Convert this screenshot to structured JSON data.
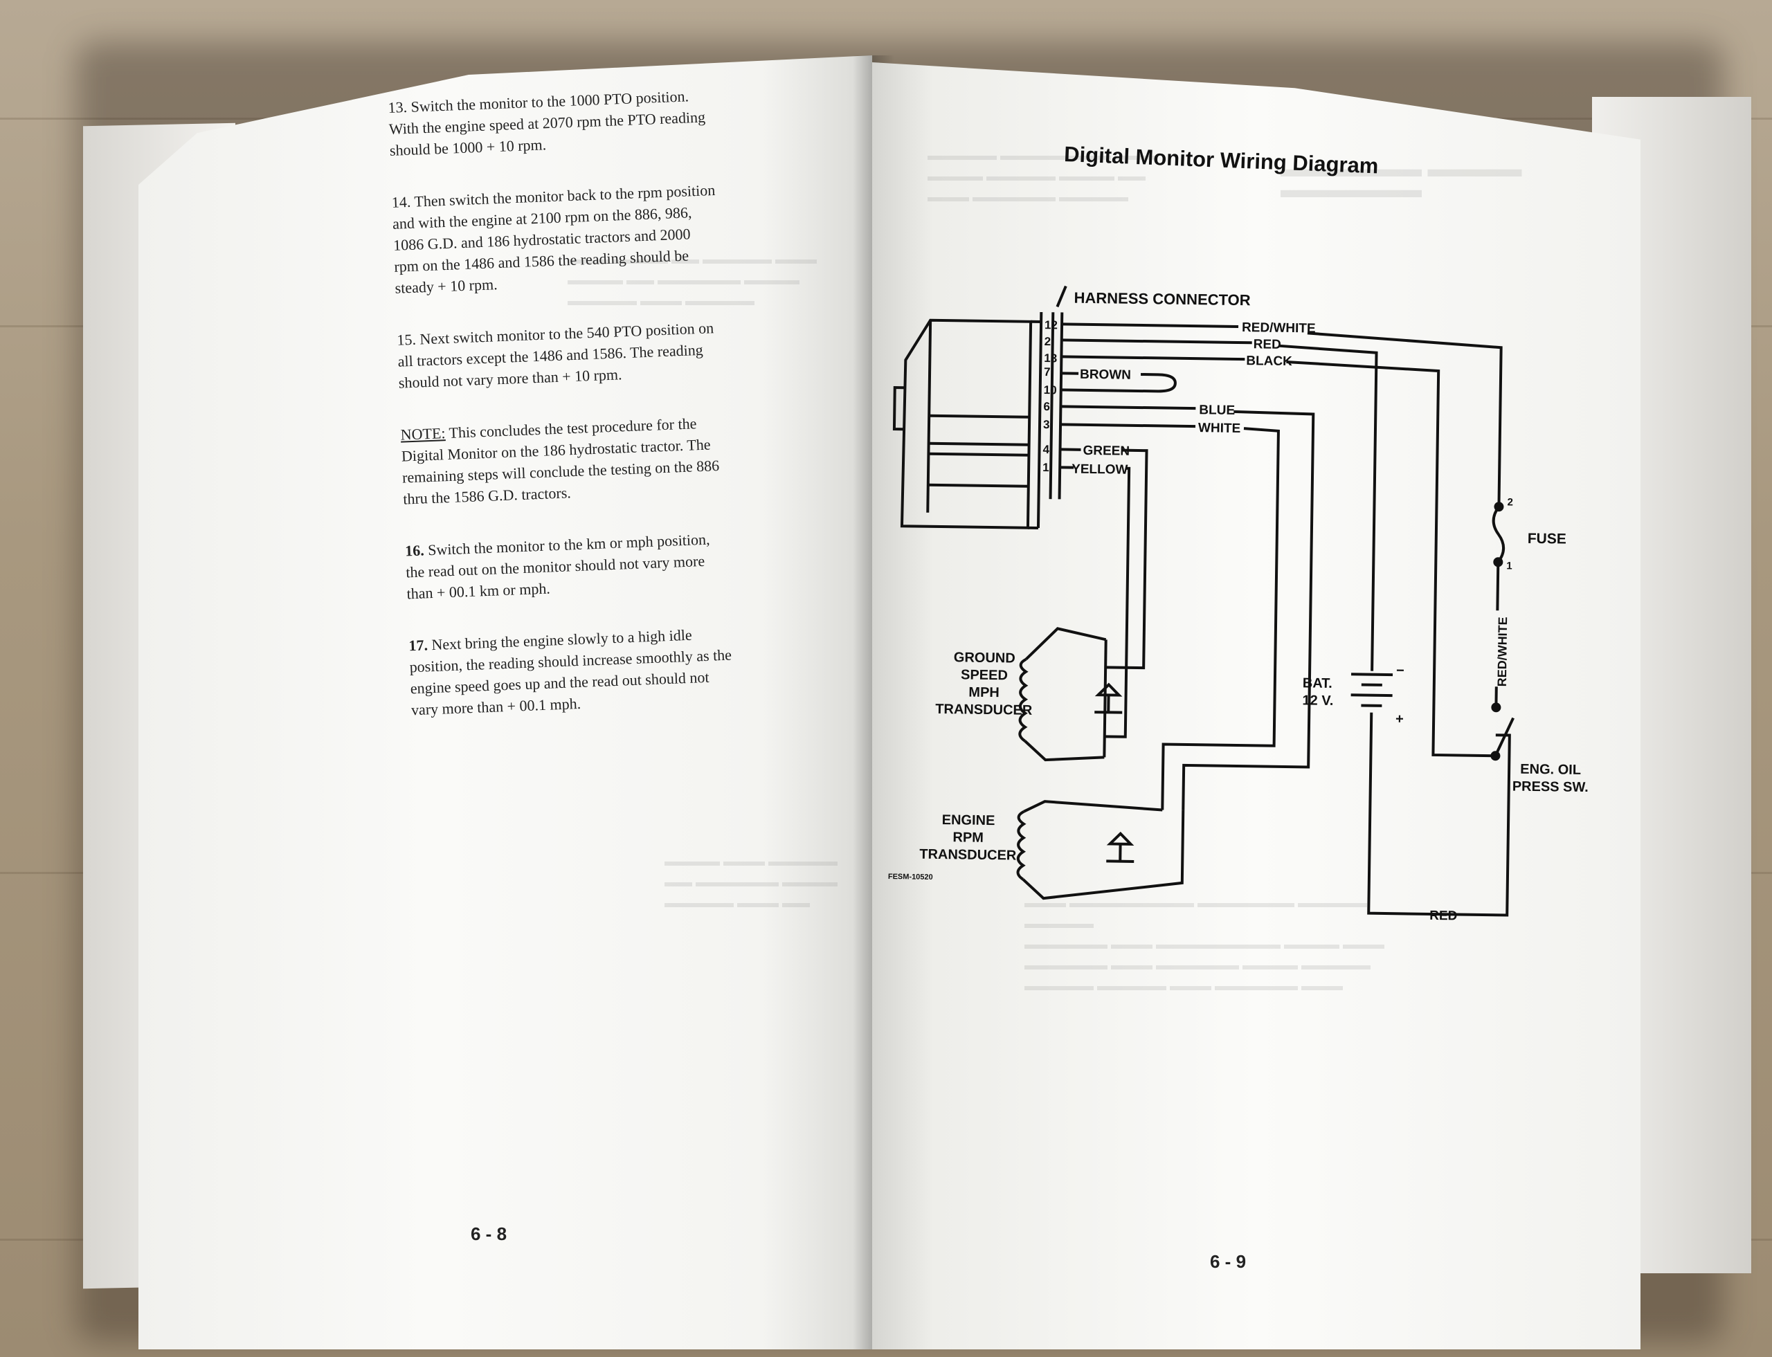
{
  "left_page": {
    "steps": [
      {
        "text": "13.  Switch the monitor to the 1000 PTO position.  With the engine speed at 2070 rpm the PTO reading should be 1000 + 10 rpm."
      },
      {
        "text": "14.  Then switch the monitor back to the rpm position and with the engine at 2100 rpm on the 886, 986, 1086 G.D. and 186 hydrostatic tractors and 2000 rpm on the 1486 and 1586 the reading should be steady + 10 rpm."
      },
      {
        "text": "15.  Next switch monitor to the 540 PTO position on all tractors except the 1486 and 1586.  The reading should not vary more than + 10 rpm."
      }
    ],
    "note_label": "NOTE:",
    "note_text": " This concludes the test procedure for the Digital Monitor on the 186 hydrostatic tractor.  The remaining steps will conclude the testing on the 886 thru the 1586 G.D. tractors.",
    "step16_num": "16.",
    "step16_text": " Switch the monitor to the km or mph position, the read out on the monitor should not vary more than + 00.1 km or mph.",
    "step17_num": "17.",
    "step17_text": " Next bring the engine slowly to a high idle position, the reading should increase smoothly as the engine speed goes up and the read out should not vary more than + 00.1 mph.",
    "page_number": "6 - 8"
  },
  "right_page": {
    "title": "Digital Monitor Wiring Diagram",
    "page_number": "6 - 9",
    "diagram": {
      "harness_label": "HARNESS CONNECTOR",
      "pins": [
        "12",
        "2",
        "13",
        "7",
        "10",
        "6",
        "3",
        "4",
        "1"
      ],
      "wires": {
        "red_white": "RED/WHITE",
        "red": "RED",
        "black": "BLACK",
        "brown": "BROWN",
        "blue": "BLUE",
        "white": "WHITE",
        "green": "GREEN",
        "yellow": "YELLOW",
        "red_bottom": "RED",
        "red_white_vertical": "RED/WHITE"
      },
      "fuse_label": "FUSE",
      "fuse_pin_top": "2",
      "fuse_pin_bottom": "1",
      "battery_label_1": "BAT.",
      "battery_label_2": "12 V.",
      "battery_minus": "−",
      "battery_plus": "+",
      "ground_speed_label": [
        "GROUND",
        "SPEED",
        "MPH",
        "TRANSDUCER"
      ],
      "engine_rpm_label": [
        "ENGINE",
        "RPM",
        "TRANSDUCER"
      ],
      "oil_switch_label": [
        "ENG. OIL",
        "PRESS SW."
      ],
      "figure_code": "FESM-10520"
    }
  }
}
